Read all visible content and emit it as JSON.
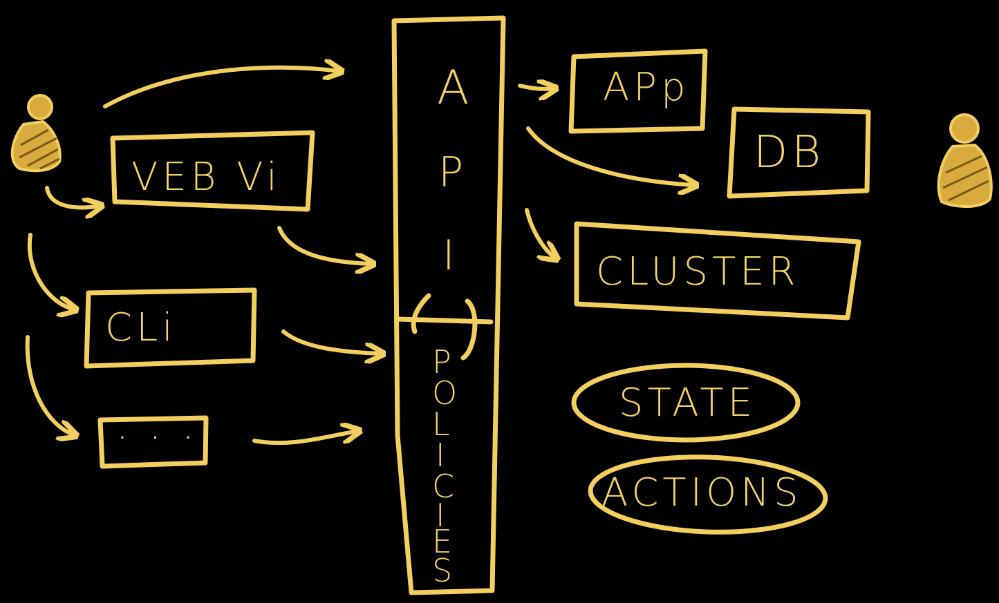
{
  "colors": {
    "background": "#000000",
    "chalk": "#f3cf60"
  },
  "nodes": {
    "web_ui": "VEB Vi",
    "cli": "CLi",
    "other": "· · ·",
    "api": [
      "A",
      "P",
      "I"
    ],
    "policies": [
      "P",
      "O",
      "L",
      "I",
      "C",
      "I",
      "E",
      "S"
    ],
    "app": "APp",
    "db": "DB",
    "cluster": "CLUSTER",
    "state": "STATE",
    "actions": "ACTIONS"
  },
  "icons": {
    "left_user": "user-icon",
    "right_user": "user-icon"
  }
}
